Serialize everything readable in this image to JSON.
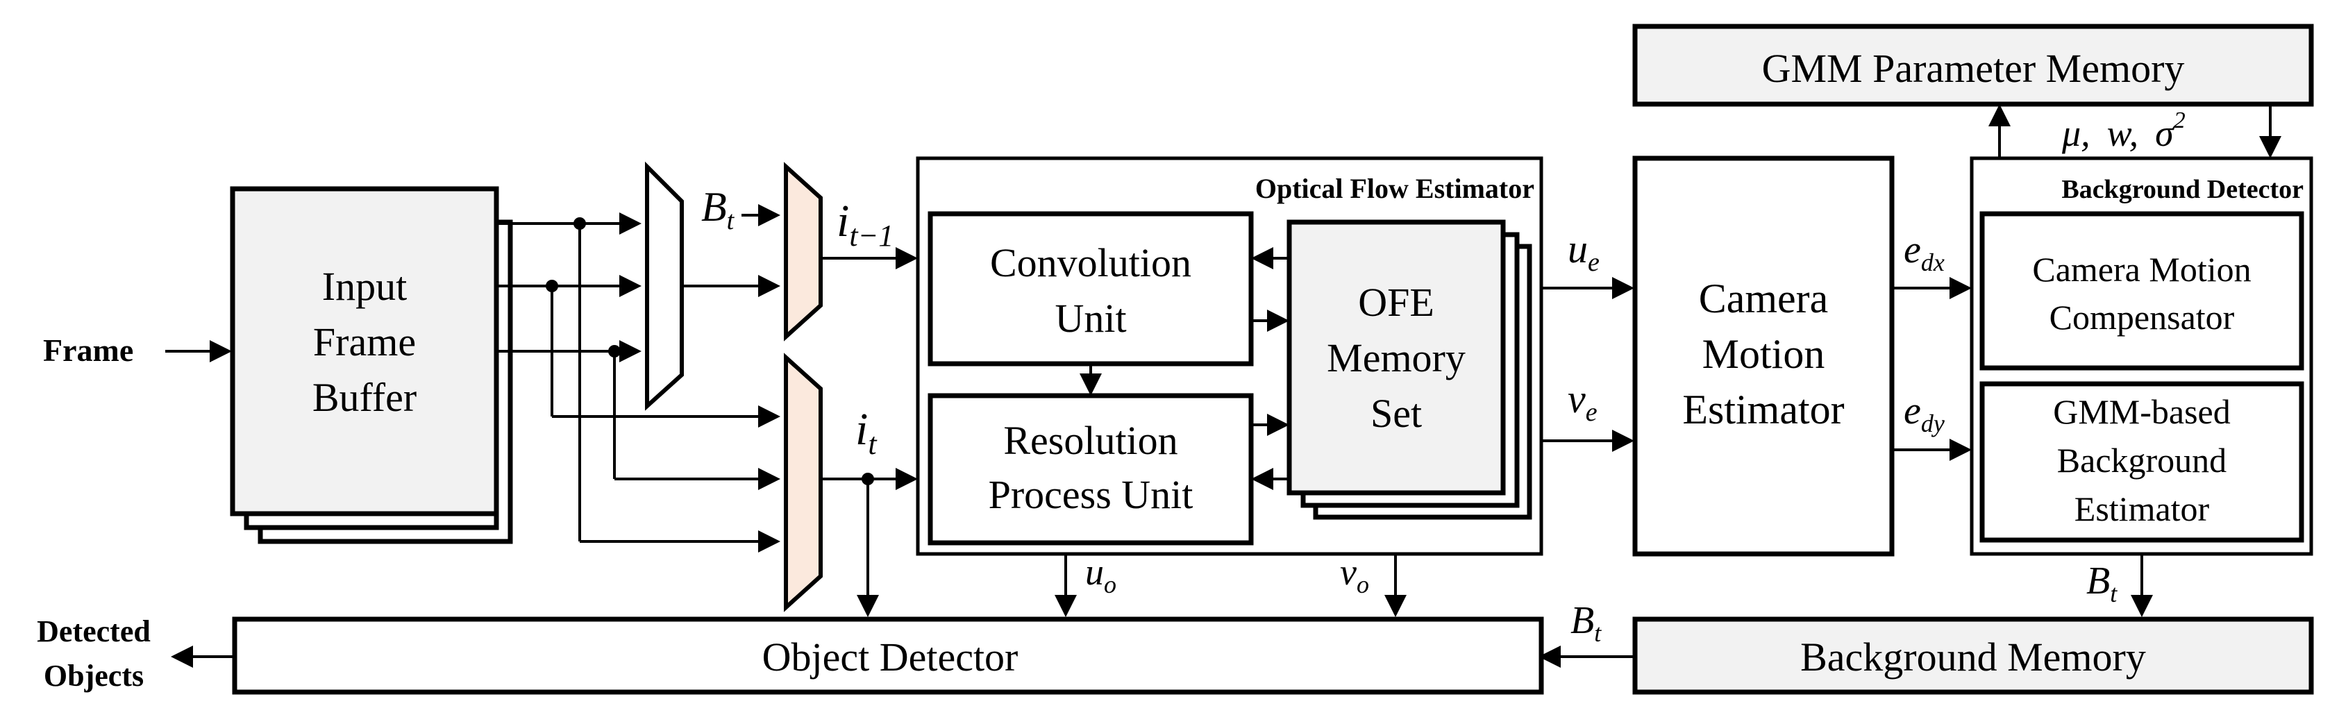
{
  "diagram": {
    "input": {
      "frame_label": "Frame",
      "buffer_line1": "Input",
      "buffer_line2": "Frame",
      "buffer_line3": "Buffer"
    },
    "signals": {
      "B": "B",
      "t": "t",
      "i": "i",
      "t_minus_1": "t−1",
      "u": "u",
      "v": "v",
      "e": "e",
      "o": "o",
      "dx": "dx",
      "dy": "dy",
      "mu": "μ,",
      "w": "w,",
      "sigma": "σ",
      "sq": "2"
    },
    "optical_flow_estimator": {
      "title": "Optical Flow Estimator",
      "conv_line1": "Convolution",
      "conv_line2": "Unit",
      "res_line1": "Resolution",
      "res_line2": "Process Unit",
      "mem_line1": "OFE",
      "mem_line2": "Memory",
      "mem_line3": "Set"
    },
    "camera_motion_estimator": {
      "line1": "Camera",
      "line2": "Motion",
      "line3": "Estimator"
    },
    "gmm_parameter_memory": "GMM Parameter Memory",
    "background_detector": {
      "title": "Background Detector",
      "comp_line1": "Camera Motion",
      "comp_line2": "Compensator",
      "gmm_line1": "GMM-based",
      "gmm_line2": "Background",
      "gmm_line3": "Estimator"
    },
    "background_memory": "Background Memory",
    "object_detector": "Object Detector",
    "output": {
      "line1": "Detected",
      "line2": "Objects"
    }
  }
}
